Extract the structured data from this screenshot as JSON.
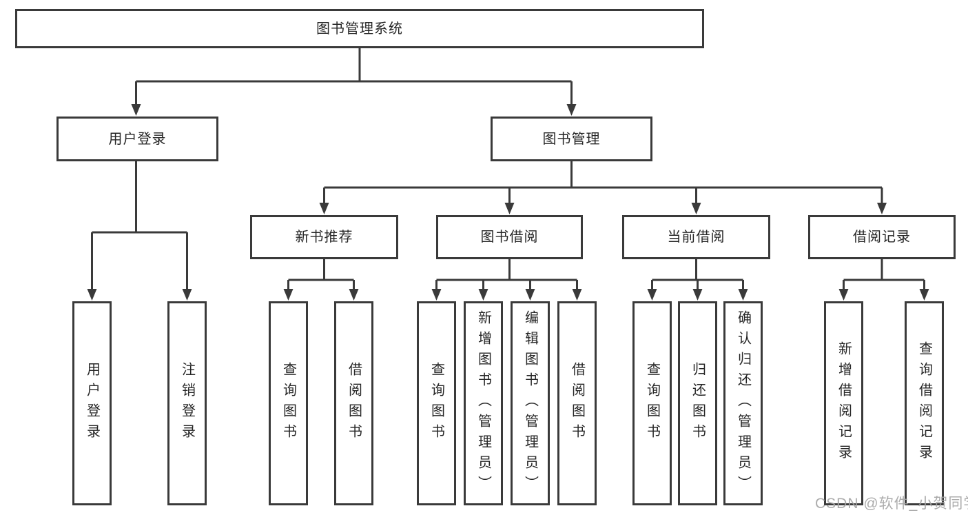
{
  "watermark": {
    "text": "CSDN @软件_小贺同学",
    "color": "#a5a5a5"
  },
  "colors": {
    "line": "#3a3a3a",
    "border": "#3a3a3a",
    "text": "#262626",
    "node_bg": "#ffffff",
    "background": "#ffffff"
  },
  "tree": {
    "root": {
      "label": "图书管理系统",
      "children": [
        {
          "label": "用户登录",
          "children": [
            {
              "label": "用户登录"
            },
            {
              "label": "注销登录"
            }
          ]
        },
        {
          "label": "图书管理",
          "children": [
            {
              "label": "新书推荐",
              "children": [
                {
                  "label": "查询图书"
                },
                {
                  "label": "借阅图书"
                }
              ]
            },
            {
              "label": "图书借阅",
              "children": [
                {
                  "label": "查询图书"
                },
                {
                  "label": "新增图书（管理员）"
                },
                {
                  "label": "编辑图书（管理员）"
                },
                {
                  "label": "借阅图书"
                }
              ]
            },
            {
              "label": "当前借阅",
              "children": [
                {
                  "label": "查询图书"
                },
                {
                  "label": "归还图书"
                },
                {
                  "label": "确认归还（管理员）"
                }
              ]
            },
            {
              "label": "借阅记录",
              "children": [
                {
                  "label": "新增借阅记录"
                },
                {
                  "label": "查询借阅记录"
                }
              ]
            }
          ]
        }
      ]
    }
  }
}
